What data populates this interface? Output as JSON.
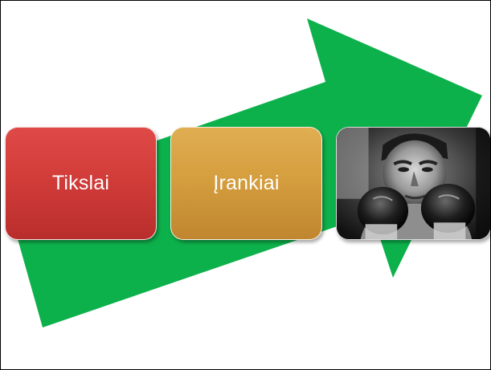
{
  "slide": {
    "steps": [
      {
        "label": "Tikslai",
        "color": "#d23c39"
      },
      {
        "label": "Įrankiai",
        "color": "#d59e3e"
      }
    ],
    "image": {
      "subject": "boxer with raised gloves (black and white photo)"
    },
    "arrow_color": "#0db14b"
  }
}
